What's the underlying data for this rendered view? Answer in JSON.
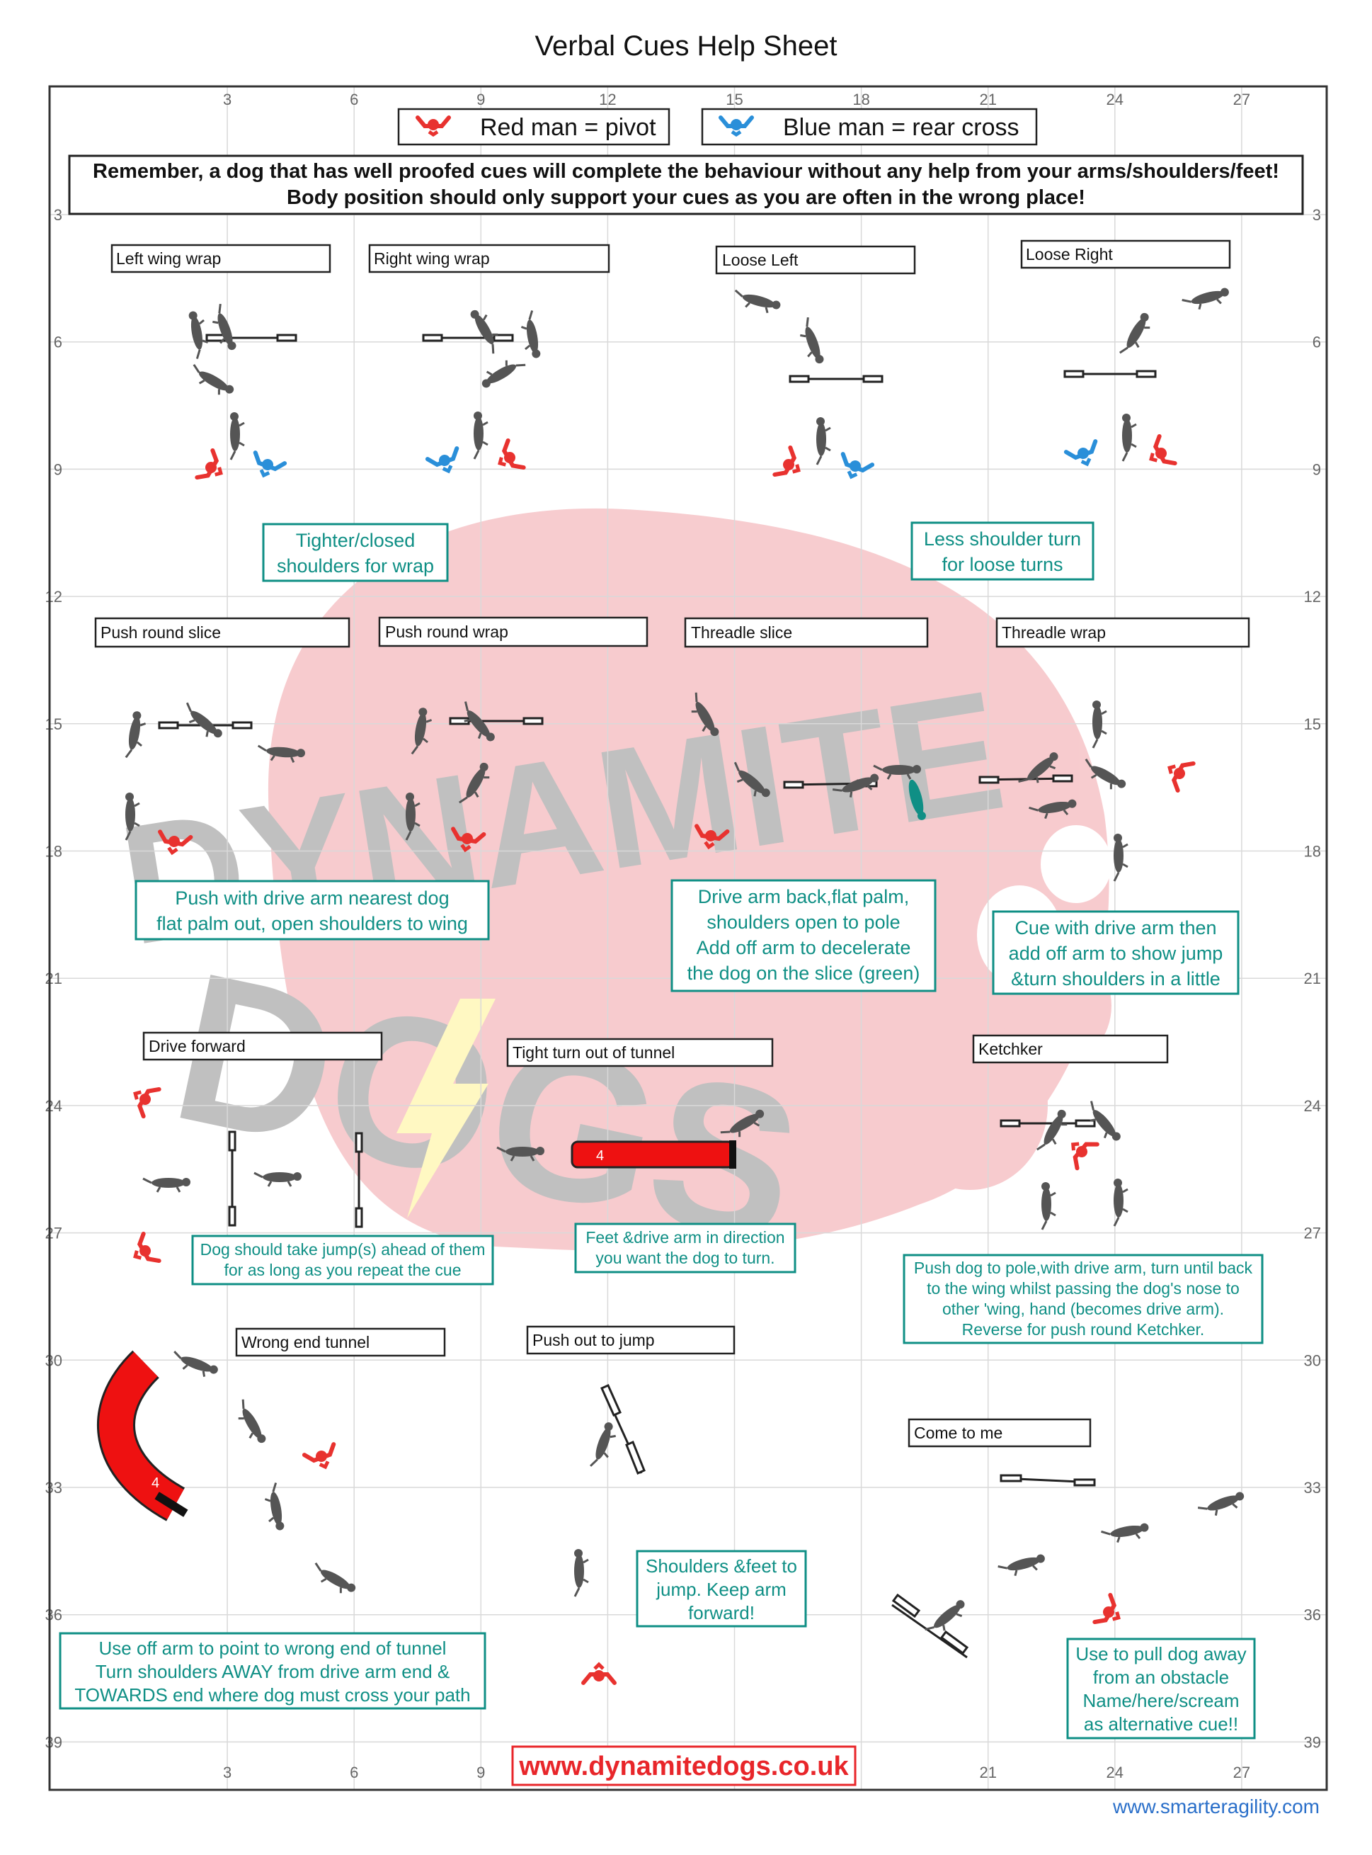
{
  "page": {
    "title": "Verbal Cues Help Sheet",
    "website_footer": "www.dynamitedogs.co.uk",
    "credit": "www.smarteragility.com"
  },
  "axes": {
    "x_ticks_top": [
      "3",
      "6",
      "9",
      "12",
      "15",
      "18",
      "21",
      "24",
      "27"
    ],
    "x_ticks_bottom": [
      "3",
      "6",
      "9",
      "21",
      "24",
      "27"
    ],
    "y_ticks": [
      "3",
      "6",
      "9",
      "12",
      "15",
      "18",
      "21",
      "24",
      "27",
      "30",
      "33",
      "36",
      "39"
    ]
  },
  "legend": {
    "red_label": "Red man = pivot",
    "blue_label": "Blue man = rear cross"
  },
  "banner": {
    "line1": "Remember, a dog that has well proofed cues will complete the behaviour without any help from your arms/shoulders/feet!",
    "line2": "Body position should only support your cues as you are often in the wrong place!"
  },
  "labels": {
    "left_wing_wrap": "Left wing wrap",
    "right_wing_wrap": "Right wing wrap",
    "loose_left": "Loose Left",
    "loose_right": "Loose Right",
    "push_round_slice": "Push round slice",
    "push_round_wrap": "Push round wrap",
    "threadle_slice": "Threadle slice",
    "threadle_wrap": "Threadle wrap",
    "drive_forward": "Drive forward",
    "tight_turn_tunnel": "Tight turn out of tunnel",
    "ketchker": "Ketchker",
    "wrong_end_tunnel": "Wrong end tunnel",
    "push_out_jump": "Push out to jump",
    "come_to_me": "Come to me"
  },
  "notes": {
    "tighter": [
      "Tighter/closed",
      "shoulders for wrap"
    ],
    "less_turn": [
      "Less shoulder turn",
      "for loose turns"
    ],
    "push_drive": [
      "Push with drive arm nearest dog",
      "flat palm out, open shoulders to wing"
    ],
    "drive_arm_back": [
      "Drive arm back,flat palm,",
      "shoulders open to pole",
      "Add off arm to decelerate",
      "the dog on the slice (green)"
    ],
    "cue_drive": [
      "Cue with drive arm then",
      "add off arm to show jump",
      "&turn shoulders in a little"
    ],
    "dog_take_jump": [
      "Dog should take jump(s) ahead of them",
      "for as long as you repeat the cue"
    ],
    "feet_drive": [
      "Feet &drive arm in direction",
      "you want the dog to turn."
    ],
    "ketchker_note": [
      "Push dog to pole,with drive arm, turn until back",
      "to the wing whilst passing the dog's nose to",
      "other 'wing, hand (becomes drive arm).",
      "Reverse for push round Ketchker."
    ],
    "wrong_end_note": [
      "Use off arm to point to wrong end of tunnel",
      "Turn shoulders AWAY from drive arm end &",
      "TOWARDS end where dog must cross your path"
    ],
    "shoulders_feet": [
      "Shoulders &feet to",
      "jump. Keep arm",
      "forward!"
    ],
    "pull_away": [
      "Use to pull dog away",
      "from an obstacle",
      "Name/here/scream",
      "as alternative cue!!"
    ]
  },
  "tunnels": {
    "tunnel_a_number": "4",
    "tunnel_b_number": "4"
  },
  "watermark": {
    "word1": "DYNAMITE",
    "word2": "DOGS"
  },
  "colors": {
    "pivot_red": "#e8322f",
    "rear_cross_blue": "#2a8fd9",
    "note_teal": "#0f8f85",
    "dog_grey": "#555555",
    "slice_green": "#0f8f85",
    "tunnel_red": "#ee1111",
    "watermark_pink": "#f7c9cc",
    "watermark_grey": "#bdbdbd",
    "bolt_yellow": "#fff8bf"
  }
}
